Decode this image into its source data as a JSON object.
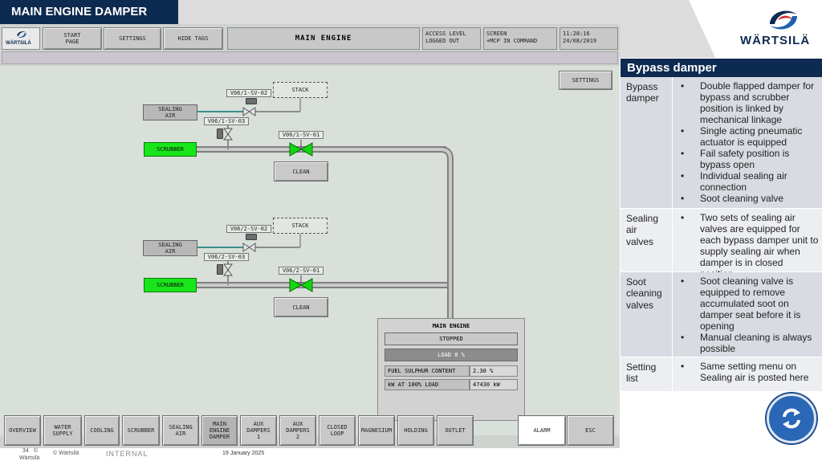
{
  "slide": {
    "title": "MAIN ENGINE DAMPER",
    "brand": "WÄRTSILÄ"
  },
  "scada": {
    "logo_text": "WÄRTSILÄ",
    "top_buttons": {
      "start_page": "START\nPAGE",
      "settings": "SETTINGS",
      "hide_tags": "HIDE TAGS"
    },
    "screen_title": "MAIN ENGINE",
    "access_level": "ACCESS LEVEL\nLOGGED OUT",
    "screen_info": "SCREEN\n+MCP IN COMMAND",
    "datetime": "11:28:16\n24/08/2019",
    "settings_button": "SETTINGS",
    "unit1": {
      "stack": "STACK",
      "sealing_air": "SEALING\nAIR",
      "valve_a": "V06/1-SV-02",
      "valve_b": "V06/1-SV-03",
      "valve_c": "V06/1-SV-01",
      "scrubber": "SCRUBBER",
      "clean": "CLEAN"
    },
    "unit2": {
      "stack": "STACK",
      "sealing_air": "SEALING\nAIR",
      "valve_a": "V06/2-SV-02",
      "valve_b": "V06/2-SV-03",
      "valve_c": "V06/2-SV-01",
      "scrubber": "SCRUBBER",
      "clean": "CLEAN"
    },
    "main_engine": {
      "title": "MAIN ENGINE",
      "status": "STOPPED",
      "load": "LOAD 0 %",
      "fuel_label": "FUEL SULPHUR CONTENT",
      "fuel_value": "2.30 %",
      "kw_label": "kW AT 100% LOAD",
      "kw_value": "47430 kW"
    },
    "nav": [
      "OVERVIEW",
      "WATER\nSUPPLY",
      "COOLING",
      "SCRUBBER",
      "SEALING\nAIR",
      "MAIN\nENGINE\nDAMPER",
      "AUX\nDAMPERS\n1",
      "AUX\nDAMPERS\n2",
      "CLOSED\nLOOP",
      "MAGNESIUM",
      "HOLDING",
      "OUTLET",
      "ALARM",
      "ESC"
    ]
  },
  "panel": {
    "heading": "Bypass damper",
    "rows": [
      {
        "label": "Bypass damper",
        "bullets": [
          "Double flapped damper for bypass and scrubber position is linked by mechanical linkage",
          "Single acting pneumatic actuator is equipped",
          "Fail safety position is bypass open",
          "Individual sealing air connection",
          "Soot cleaning valve"
        ]
      },
      {
        "label": "Sealing air valves",
        "bullets": [
          "Two sets of sealing air valves are equipped for each bypass damper unit to supply sealing air when damper is in closed position"
        ]
      },
      {
        "label": "Soot cleaning valves",
        "bullets": [
          "Soot cleaning valve is equipped to remove accumulated soot on damper seat before it is opening",
          "Manual cleaning is always possible"
        ]
      },
      {
        "label": "Setting list",
        "bullets": [
          "Same setting menu on Sealing air is posted here"
        ]
      }
    ]
  },
  "footer": {
    "page": "34",
    "copyright_mark": "©",
    "company": "Wärtsilä",
    "copyright": "© Wärtsilä",
    "classification": "INTERNAL",
    "date": "19 January 2025"
  },
  "colors": {
    "navy": "#0d2a50",
    "scrubber_green": "#19e61a",
    "valve_green": "#13d613"
  }
}
